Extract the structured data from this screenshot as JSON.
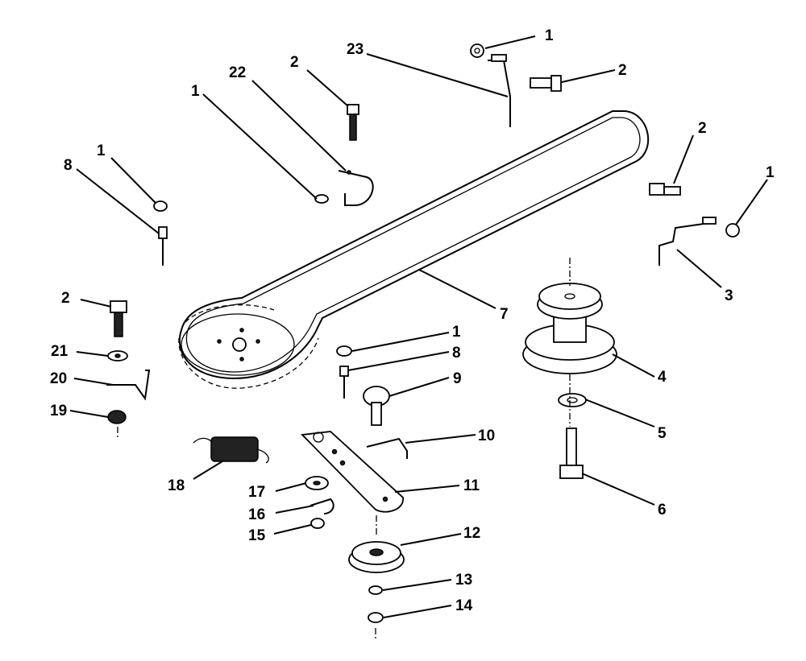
{
  "callouts": [
    {
      "id": "c1a",
      "label": "1"
    },
    {
      "id": "c23",
      "label": "23"
    },
    {
      "id": "c2a",
      "label": "2"
    },
    {
      "id": "c2b",
      "label": "2"
    },
    {
      "id": "c22",
      "label": "22"
    },
    {
      "id": "c1b",
      "label": "1"
    },
    {
      "id": "c1c",
      "label": "1"
    },
    {
      "id": "c8a",
      "label": "8"
    },
    {
      "id": "c2c",
      "label": "2"
    },
    {
      "id": "c1d",
      "label": "1"
    },
    {
      "id": "c3",
      "label": "3"
    },
    {
      "id": "c7",
      "label": "7"
    },
    {
      "id": "c2d",
      "label": "2"
    },
    {
      "id": "c21",
      "label": "21"
    },
    {
      "id": "c20",
      "label": "20"
    },
    {
      "id": "c19",
      "label": "19"
    },
    {
      "id": "c1e",
      "label": "1"
    },
    {
      "id": "c8b",
      "label": "8"
    },
    {
      "id": "c9",
      "label": "9"
    },
    {
      "id": "c4",
      "label": "4"
    },
    {
      "id": "c5",
      "label": "5"
    },
    {
      "id": "c10",
      "label": "10"
    },
    {
      "id": "c18",
      "label": "18"
    },
    {
      "id": "c17",
      "label": "17"
    },
    {
      "id": "c11",
      "label": "11"
    },
    {
      "id": "c6",
      "label": "6"
    },
    {
      "id": "c16",
      "label": "16"
    },
    {
      "id": "c15",
      "label": "15"
    },
    {
      "id": "c12",
      "label": "12"
    },
    {
      "id": "c13",
      "label": "13"
    },
    {
      "id": "c14",
      "label": "14"
    }
  ]
}
